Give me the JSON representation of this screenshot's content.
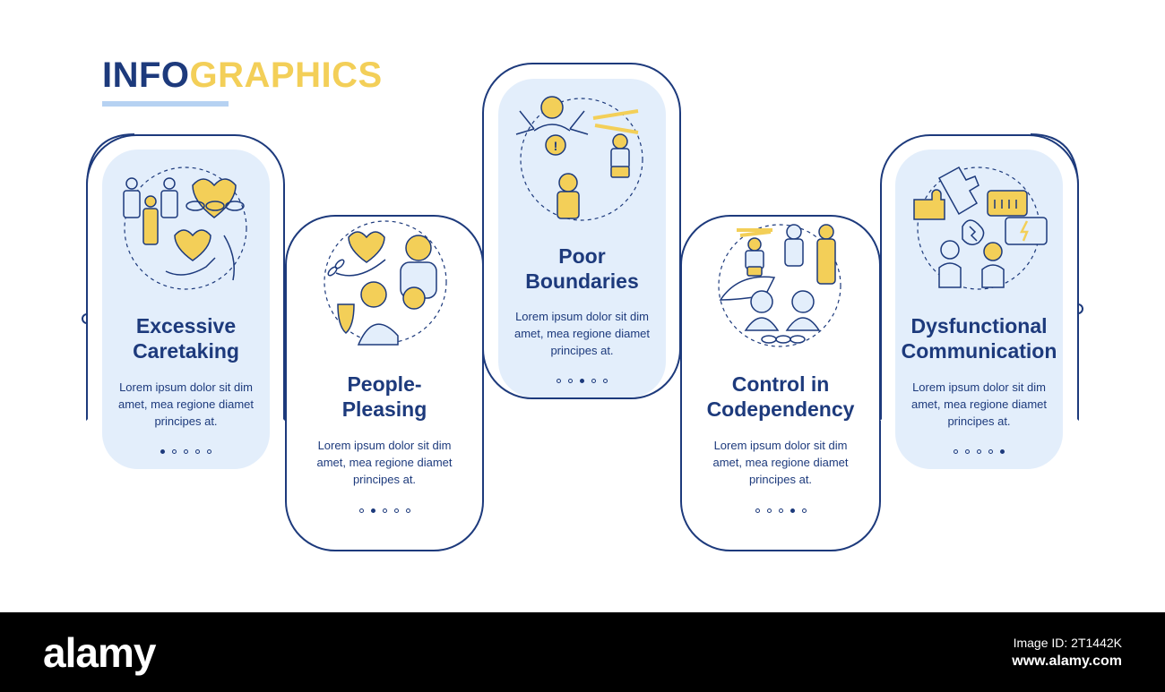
{
  "title": {
    "part1": "INFO",
    "part2": "GRAPHICS"
  },
  "colors": {
    "navy": "#1d3a7c",
    "yellow": "#f3cf58",
    "light_blue": "#e3eefb"
  },
  "cards": [
    {
      "heading_line1": "Excessive",
      "heading_line2": "Caretaking",
      "body_line1": "Lorem ipsum dolor sit dim",
      "body_line2": "amet, mea regione diamet",
      "body_line3": "principes at.",
      "active_dot": 1,
      "icon": "hearts-chain-people-icon"
    },
    {
      "heading_line1": "People-",
      "heading_line2": "Pleasing",
      "body_line1": "Lorem ipsum dolor sit dim",
      "body_line2": "amet, mea regione diamet",
      "body_line3": "principes at.",
      "active_dot": 2,
      "icon": "people-pleasing-icon"
    },
    {
      "heading_line1": "Poor",
      "heading_line2": "Boundaries",
      "body_line1": "Lorem ipsum dolor sit dim",
      "body_line2": "amet, mea regione diamet",
      "body_line3": "principes at.",
      "active_dot": 3,
      "icon": "poor-boundaries-icon"
    },
    {
      "heading_line1": "Control in",
      "heading_line2": "Codependency",
      "body_line1": "Lorem ipsum dolor sit dim",
      "body_line2": "amet, mea regione diamet",
      "body_line3": "principes at.",
      "active_dot": 4,
      "icon": "control-puppet-icon"
    },
    {
      "heading_line1": "Dysfunctional",
      "heading_line2": "Communication",
      "body_line1": "Lorem ipsum dolor sit dim",
      "body_line2": "amet, mea regione diamet",
      "body_line3": "principes at.",
      "active_dot": 5,
      "icon": "communication-icon"
    }
  ],
  "footer": {
    "brand": "alamy",
    "image_id": "Image ID: 2T1442K",
    "site": "www.alamy.com"
  }
}
